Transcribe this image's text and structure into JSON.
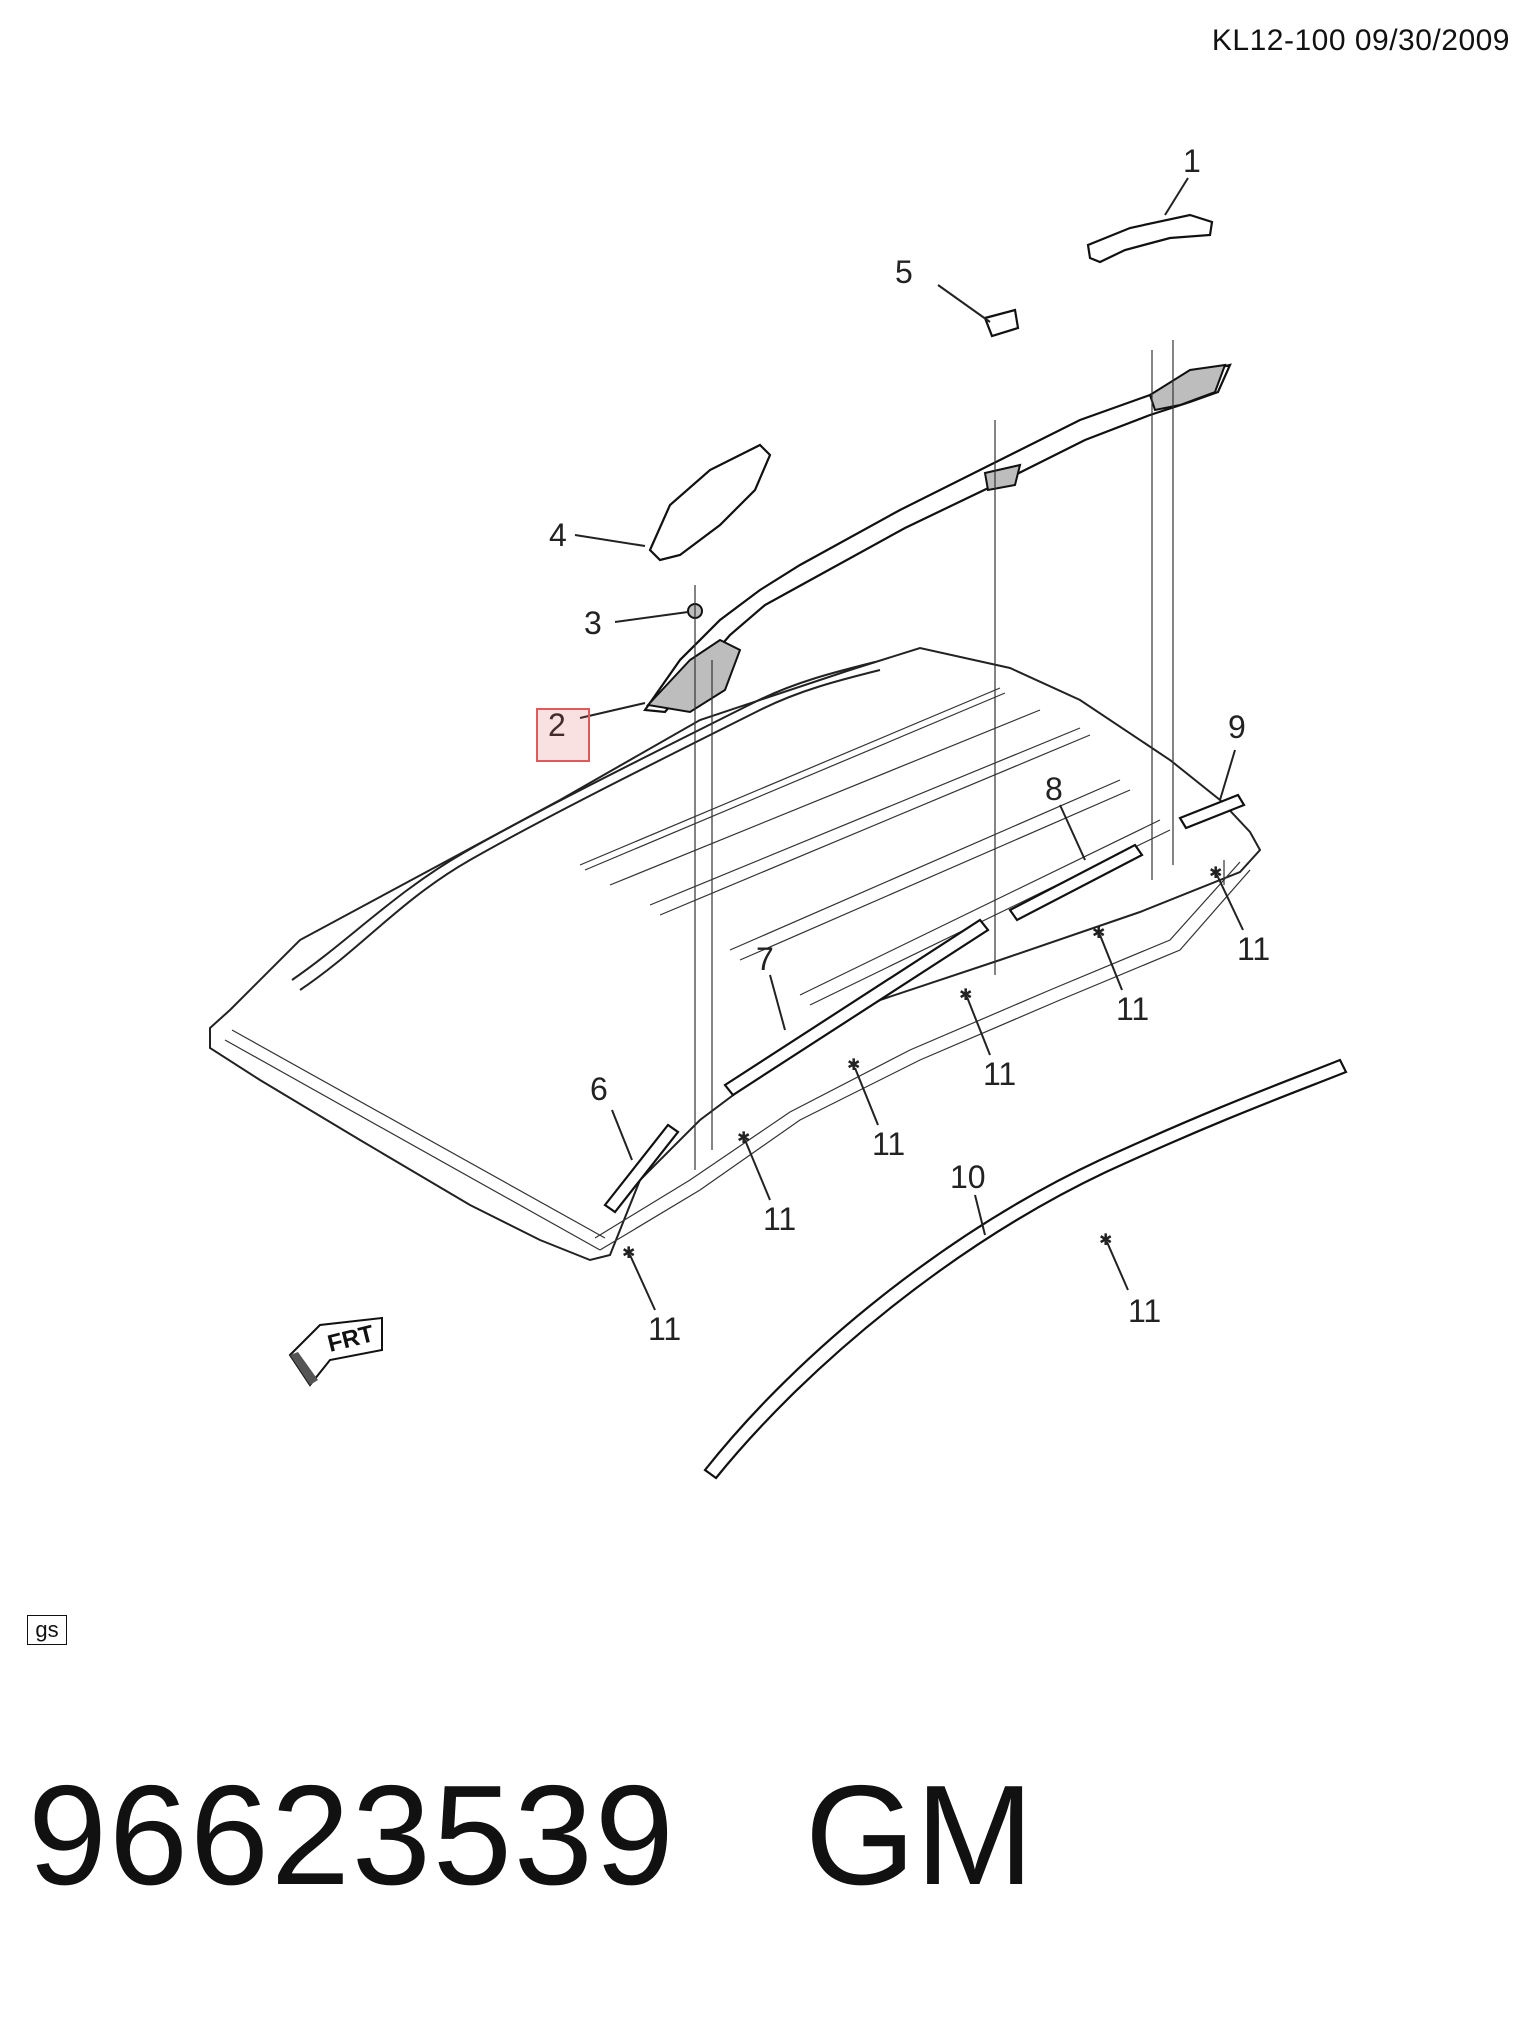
{
  "header": {
    "reference": "KL12-100  09/30/2009"
  },
  "callouts": [
    "1",
    "2",
    "3",
    "4",
    "5",
    "6",
    "7",
    "8",
    "9",
    "10",
    "11"
  ],
  "fastener_label": "11",
  "frt_label": "FRT",
  "footer": {
    "small_box": "gs",
    "part_number": "96623539",
    "brand": "GM"
  },
  "colors": {
    "highlight": "#e05a5a",
    "ink": "#111111"
  },
  "icons": [
    "frt-arrow-icon"
  ]
}
